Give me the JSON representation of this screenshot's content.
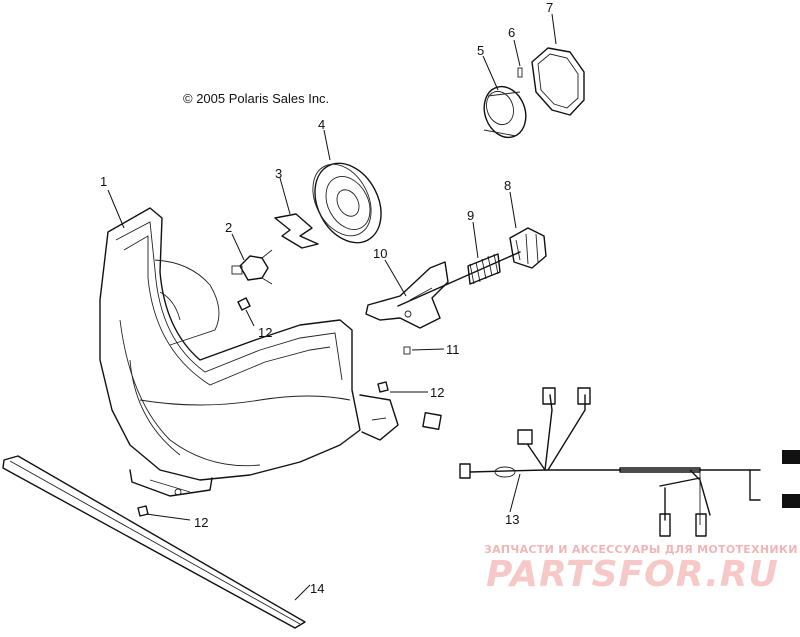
{
  "copyright": "© 2005 Polaris Sales Inc.",
  "callouts": [
    {
      "id": "1",
      "label": "1"
    },
    {
      "id": "2",
      "label": "2"
    },
    {
      "id": "3",
      "label": "3"
    },
    {
      "id": "4",
      "label": "4"
    },
    {
      "id": "5",
      "label": "5"
    },
    {
      "id": "6",
      "label": "6"
    },
    {
      "id": "7",
      "label": "7"
    },
    {
      "id": "8",
      "label": "8"
    },
    {
      "id": "9",
      "label": "9"
    },
    {
      "id": "10",
      "label": "10"
    },
    {
      "id": "11",
      "label": "11"
    },
    {
      "id": "12a",
      "label": "12"
    },
    {
      "id": "12b",
      "label": "12"
    },
    {
      "id": "12c",
      "label": "12"
    },
    {
      "id": "13",
      "label": "13"
    },
    {
      "id": "14",
      "label": "14"
    }
  ],
  "watermark": {
    "tagline": "ЗАПЧАСТИ И АКСЕССУАРЫ ДЛЯ МОТОТЕХНИКИ",
    "logo": "PARTSFOR.RU",
    "color": "#f3b5b5"
  }
}
